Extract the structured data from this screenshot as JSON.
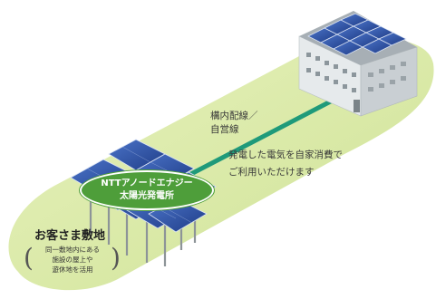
{
  "wiring_label": {
    "line1": "構内配線／",
    "line2": "自営線"
  },
  "usage_label": {
    "line1": "発電した電気を自家消費で",
    "line2": "ご利用いただけます"
  },
  "plant_badge": {
    "line1": "NTTアノードエナジー",
    "line2": "太陽光発電所"
  },
  "site": {
    "title": "お客さま敷地",
    "note_line1": "同一敷地内にある",
    "note_line2": "施設の屋上や",
    "note_line3": "遊休地を活用"
  },
  "colors": {
    "ground": "#d9e9a6",
    "cable": "#1f9a7a",
    "badge": "#4e9e3a",
    "panel": "#2c4fa3",
    "building_wall": "#dfe4e6",
    "building_roof": "#9aa3aa"
  }
}
